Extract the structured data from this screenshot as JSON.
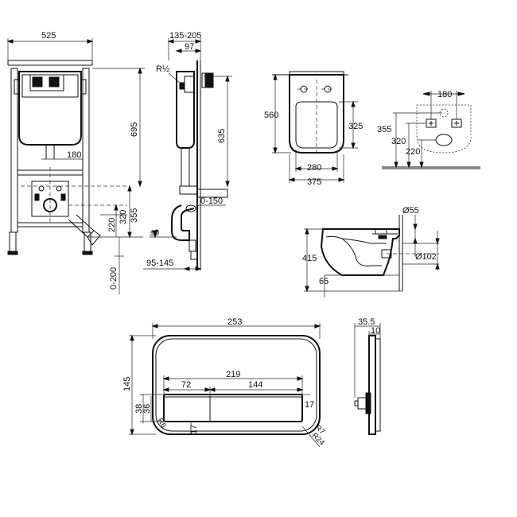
{
  "frame_front": {
    "width": "525",
    "height": "695",
    "pipe_spacing": "180",
    "h_355": "355",
    "h_320": "320",
    "h_220": "220",
    "floor_range": "0-200"
  },
  "frame_side": {
    "depth_range": "135-205",
    "depth": "97",
    "thread": "R½",
    "height_635": "635",
    "offset_range": "0-150",
    "zero_mark": "±0",
    "wall_range": "95-145"
  },
  "bowl_front": {
    "height": "560",
    "inner": "325",
    "inner_width": "280",
    "width": "375"
  },
  "bowl_wall": {
    "spacing": "180",
    "h_355": "355",
    "h_320": "320",
    "h_220": "220"
  },
  "bowl_side": {
    "height": "415",
    "outlet": "Ø55",
    "drain": "Ø102",
    "offset": "65"
  },
  "button_front": {
    "width": "253",
    "height": "145",
    "keys_width": "219",
    "left_key": "72",
    "right_key": "144",
    "h_38": "38",
    "h_36": "36",
    "r6": "R6",
    "h17_left": "17",
    "h17_right": "17",
    "r7": "R7",
    "r24": "R24"
  },
  "button_side": {
    "depth": "35.5",
    "plate": "10"
  }
}
